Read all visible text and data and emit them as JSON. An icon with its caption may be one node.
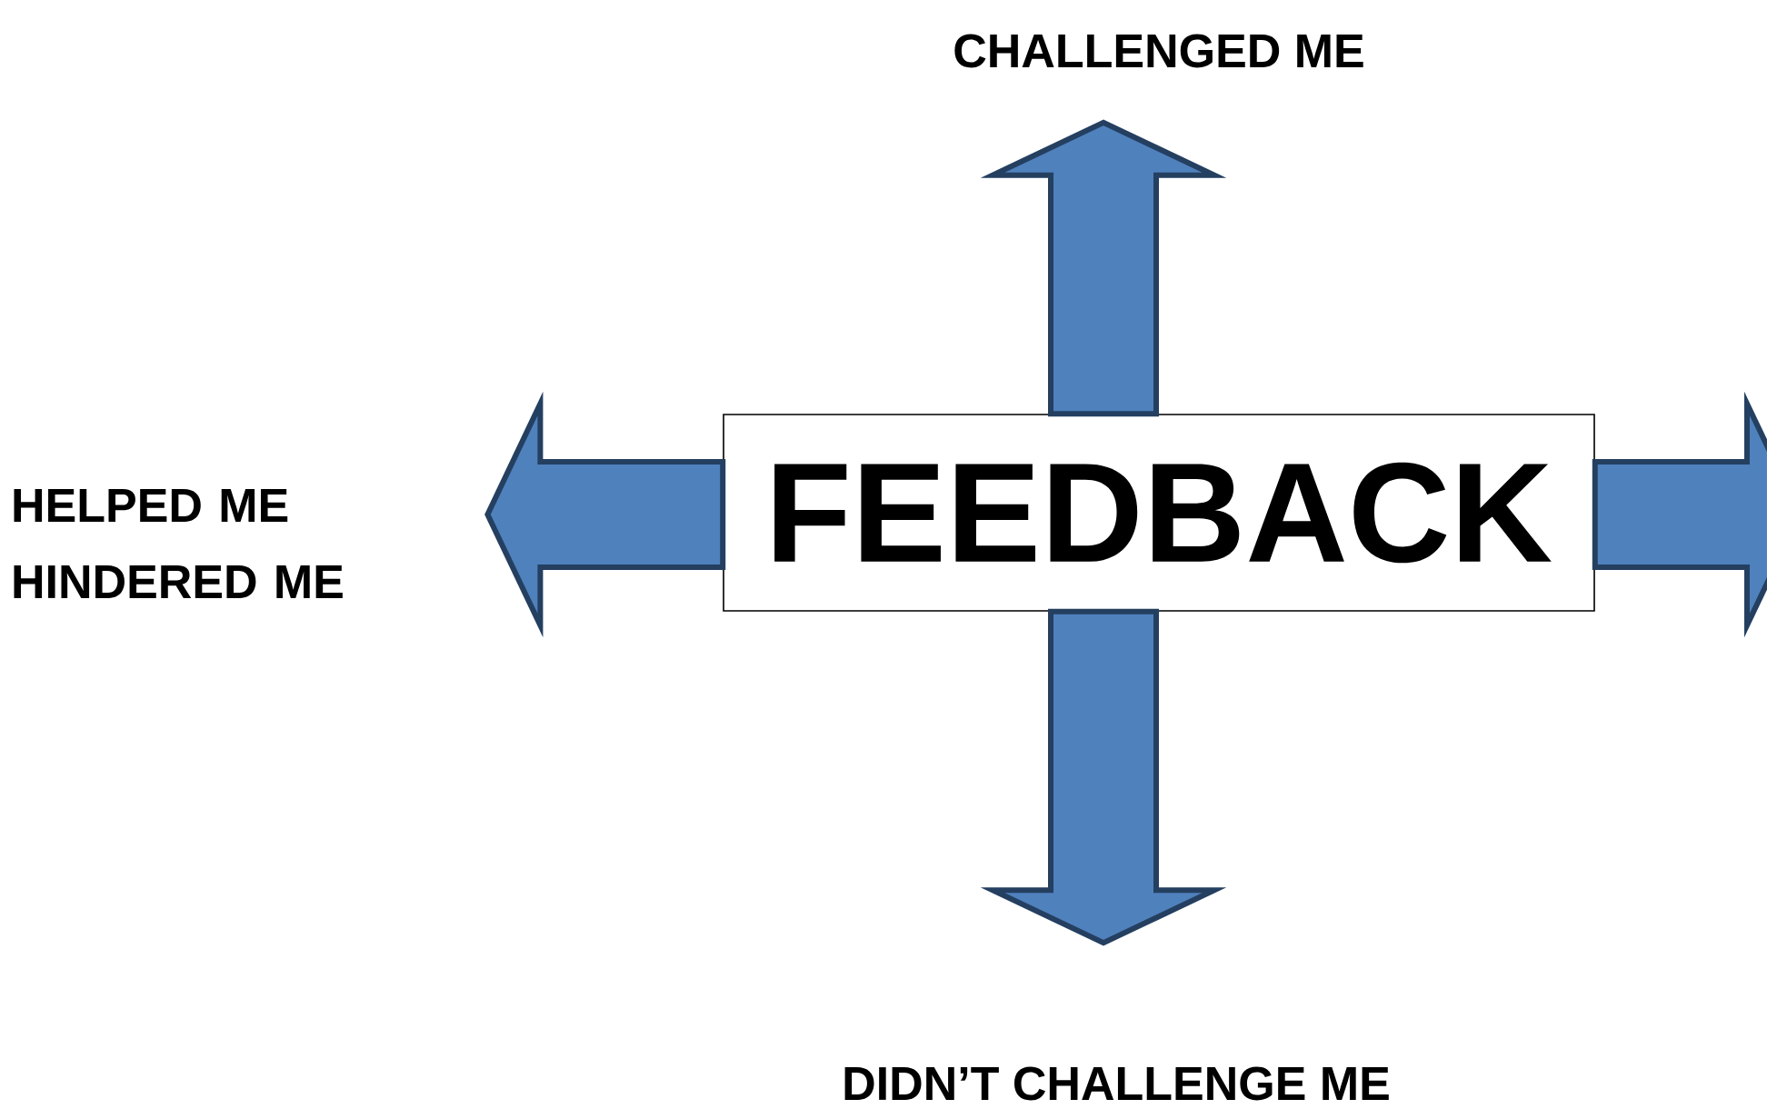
{
  "diagram": {
    "nodes": [
      {
        "text": [
          "FEEDBACK"
        ]
      },
      {
        "text": [
          "CHALLENGED ME"
        ]
      },
      {
        "text": [
          "HELPED ME HINDERED ME"
        ]
      },
      {
        "text": [
          "DIDN’T CHALLENGE ME"
        ]
      }
    ],
    "edges": [
      {
        "from": 0,
        "to": 1,
        "arrow": "to"
      },
      {
        "from": 0,
        "to": 3,
        "arrow": "to"
      },
      {
        "from": 0,
        "to": 2,
        "arrow": "to"
      },
      {
        "from": 0,
        "to": null,
        "arrow": "to"
      }
    ]
  }
}
